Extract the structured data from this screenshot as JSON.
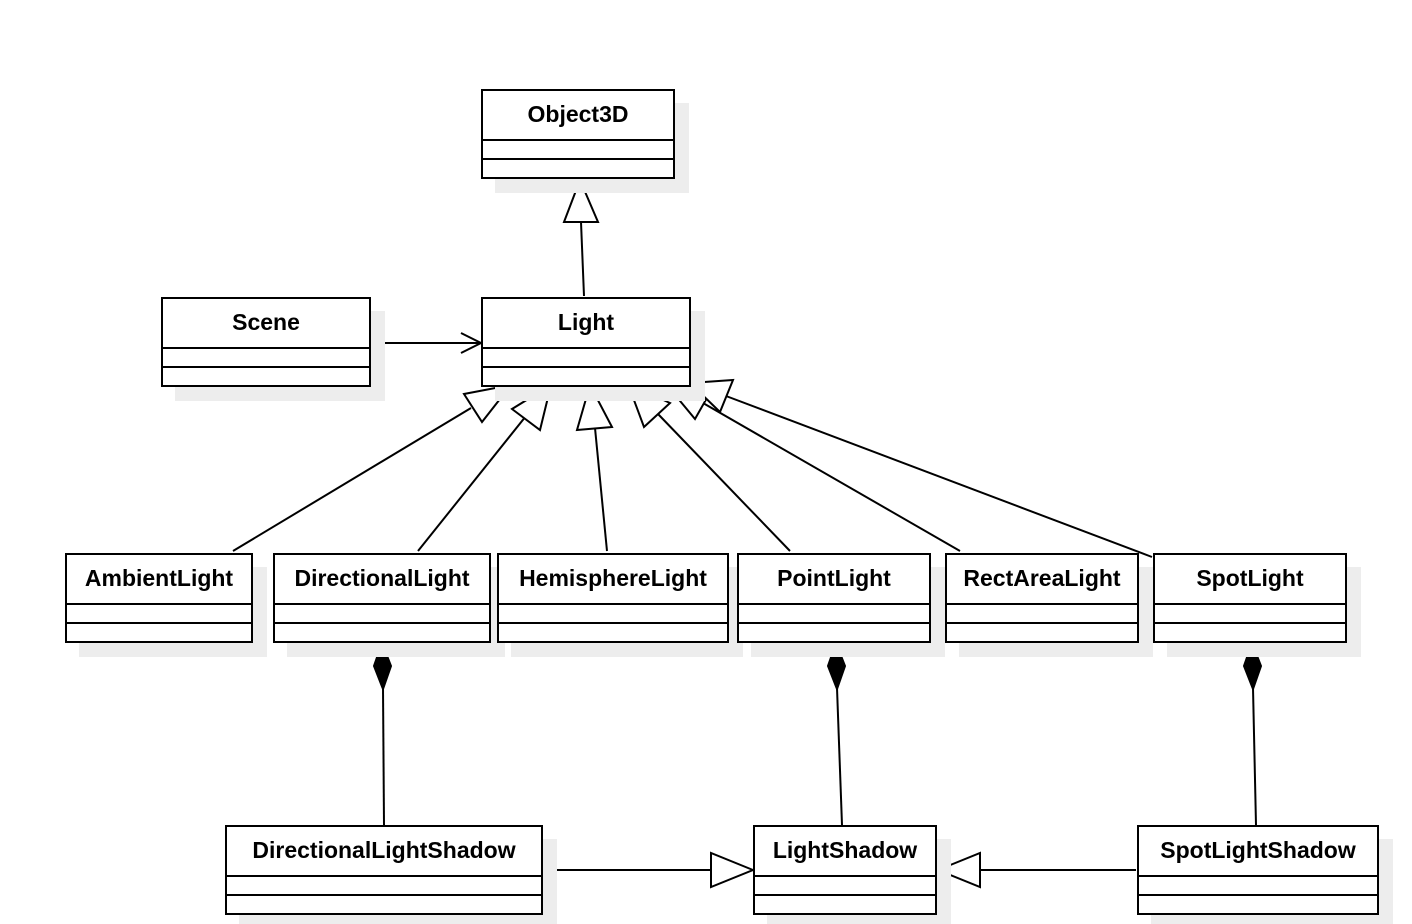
{
  "classes": {
    "object3d": "Object3D",
    "scene": "Scene",
    "light": "Light",
    "ambient_light": "AmbientLight",
    "directional_light": "DirectionalLight",
    "hemisphere_light": "HemisphereLight",
    "point_light": "PointLight",
    "rect_area_light": "RectAreaLight",
    "spot_light": "SpotLight",
    "directional_light_shadow": "DirectionalLightShadow",
    "light_shadow": "LightShadow",
    "spot_light_shadow": "SpotLightShadow"
  },
  "relationships": [
    {
      "from": "Light",
      "to": "Object3D",
      "type": "generalization"
    },
    {
      "from": "Scene",
      "to": "Light",
      "type": "association"
    },
    {
      "from": "AmbientLight",
      "to": "Light",
      "type": "generalization"
    },
    {
      "from": "DirectionalLight",
      "to": "Light",
      "type": "generalization"
    },
    {
      "from": "HemisphereLight",
      "to": "Light",
      "type": "generalization"
    },
    {
      "from": "PointLight",
      "to": "Light",
      "type": "generalization"
    },
    {
      "from": "RectAreaLight",
      "to": "Light",
      "type": "generalization"
    },
    {
      "from": "SpotLight",
      "to": "Light",
      "type": "generalization"
    },
    {
      "from": "DirectionalLight",
      "to": "DirectionalLightShadow",
      "type": "composition"
    },
    {
      "from": "PointLight",
      "to": "LightShadow",
      "type": "composition"
    },
    {
      "from": "SpotLight",
      "to": "SpotLightShadow",
      "type": "composition"
    },
    {
      "from": "DirectionalLightShadow",
      "to": "LightShadow",
      "type": "generalization"
    },
    {
      "from": "SpotLightShadow",
      "to": "LightShadow",
      "type": "generalization"
    }
  ],
  "colors": {
    "line": "#000000",
    "box_fill": "#ffffff",
    "shadow": "#ededed"
  }
}
